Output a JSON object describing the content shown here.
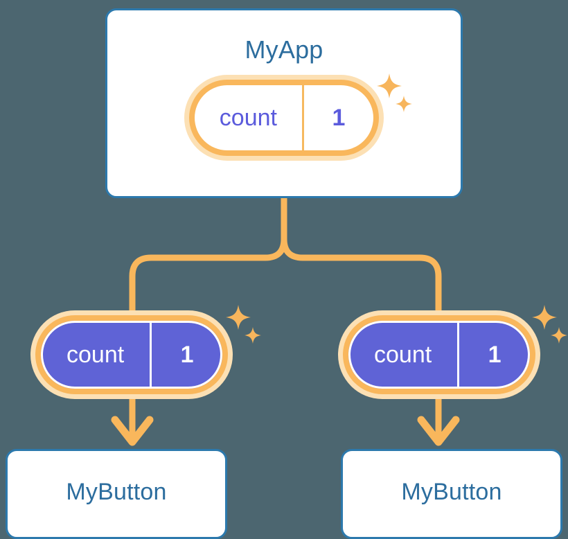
{
  "theme": {
    "background": "#4c6670",
    "card_bg": "#ffffff",
    "card_border": "#2c79ad",
    "title_text": "#2c6d9e",
    "pill_glow": "#fce0b4",
    "pill_ring": "#f9b75c",
    "pill_solid_fill": "#5f63d6",
    "pill_light_text": "#5b5bdc",
    "pill_solid_text": "#ffffff",
    "connector": "#f9b75c",
    "sparkle": "#f7b55c"
  },
  "diagram": {
    "type": "component-tree",
    "root": {
      "name": "root-component",
      "title": "MyApp",
      "state": {
        "key": "count",
        "value": "1"
      }
    },
    "children": [
      {
        "name": "child-component-left",
        "title": "MyButton",
        "state": {
          "key": "count",
          "value": "1"
        }
      },
      {
        "name": "child-component-right",
        "title": "MyButton",
        "state": {
          "key": "count",
          "value": "1"
        }
      }
    ]
  },
  "icons": {
    "sparkle_large": "sparkle-icon",
    "sparkle_small": "sparkle-icon",
    "arrow_down": "arrow-down-icon",
    "branch": "branch-connector-icon"
  }
}
